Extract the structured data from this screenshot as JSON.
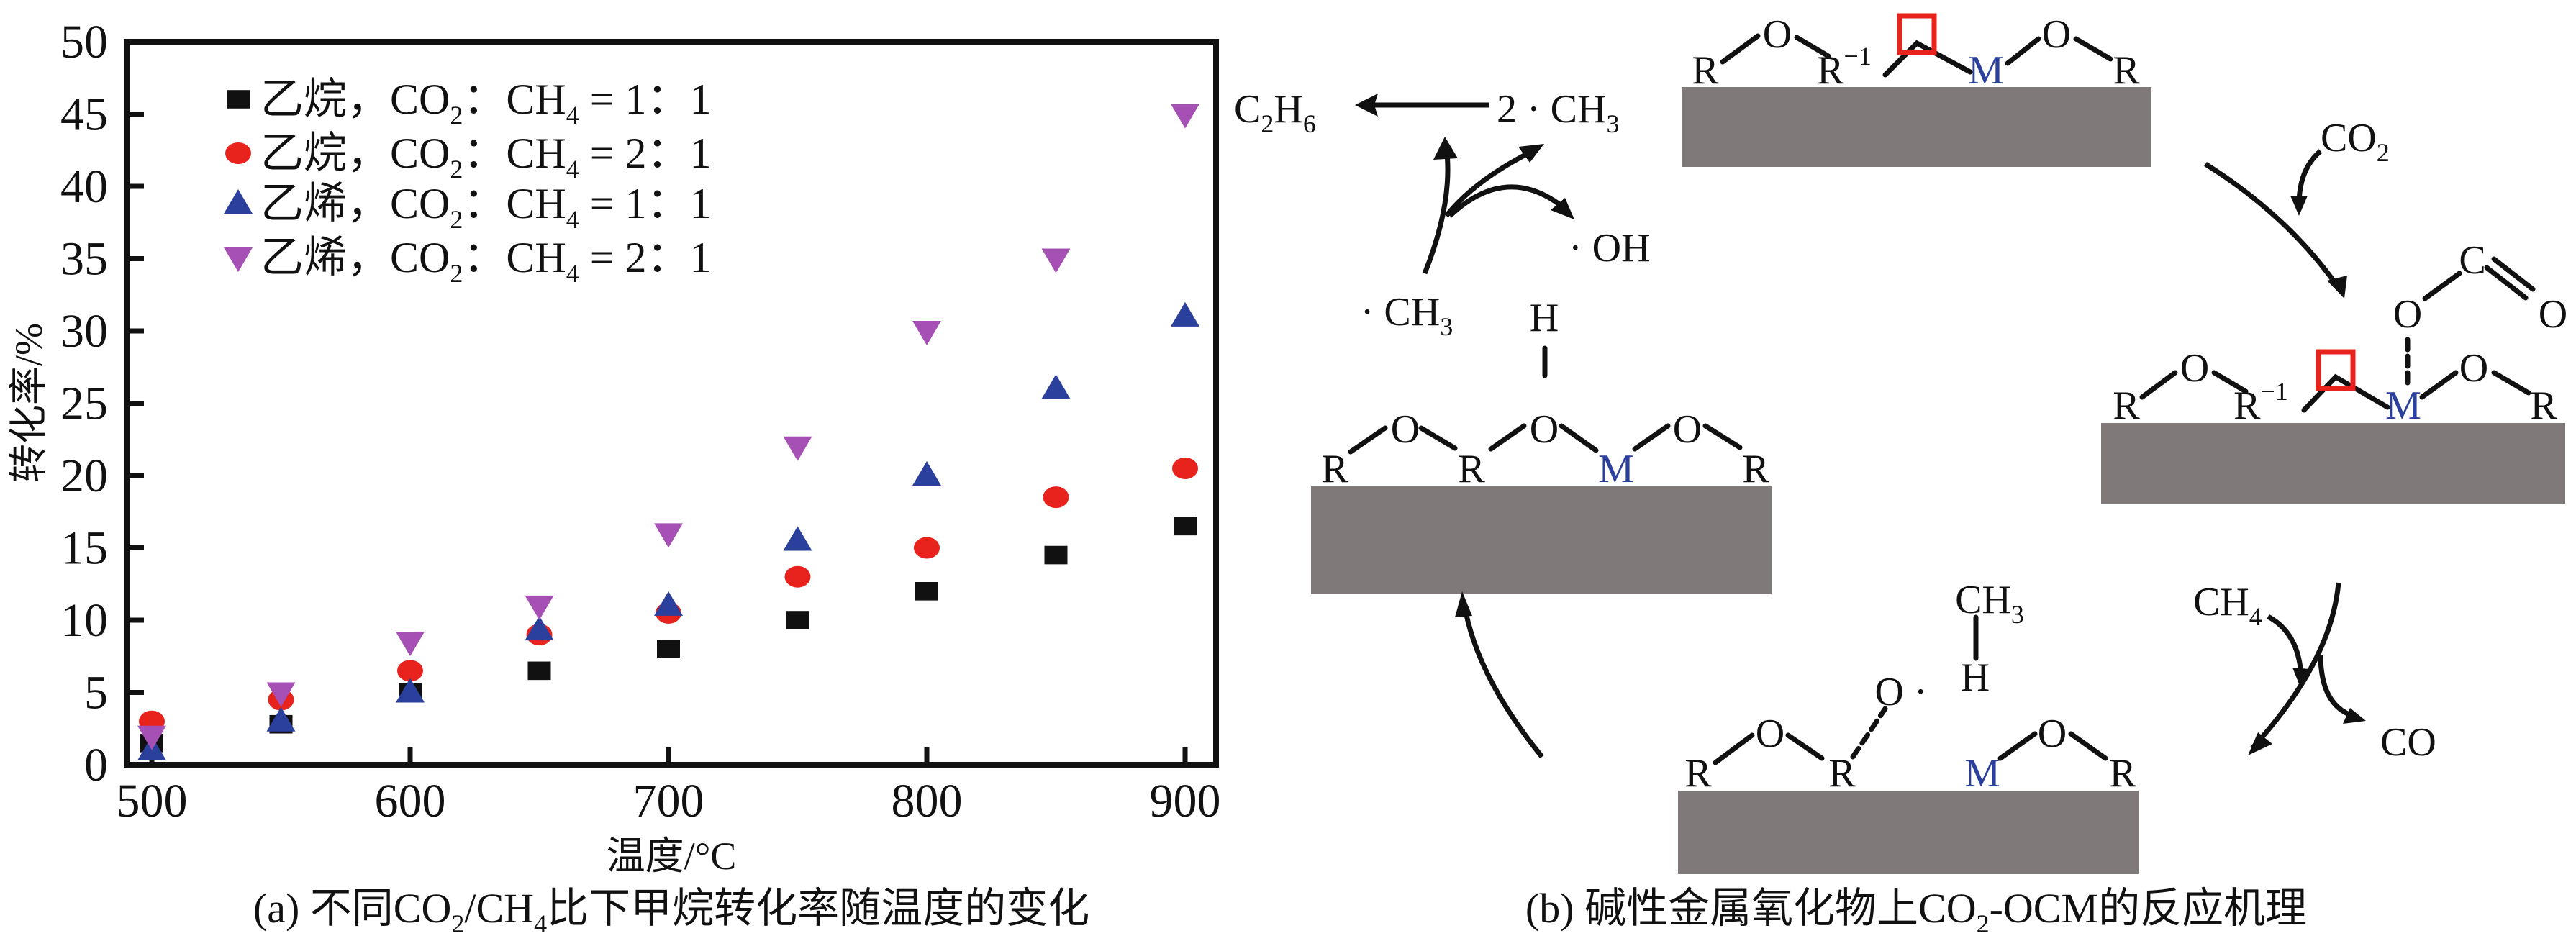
{
  "chart_data": {
    "type": "scatter",
    "title": "",
    "xlabel": "温度/°C",
    "ylabel": "转化率/%",
    "xlim": [
      490,
      910
    ],
    "ylim": [
      0,
      50
    ],
    "x_ticks": [
      500,
      600,
      700,
      800,
      900
    ],
    "x_minor_ticks": [
      550,
      650,
      750,
      850
    ],
    "y_ticks": [
      0,
      5,
      10,
      15,
      20,
      25,
      30,
      35,
      40,
      45,
      50
    ],
    "grid": false,
    "legend_position": "top-left",
    "x": [
      500,
      550,
      600,
      650,
      700,
      750,
      800,
      850,
      900
    ],
    "series": [
      {
        "name": "乙烷，CO₂：CH₄ = 1：1",
        "marker": "square",
        "color": "#111111",
        "values": [
          1.5,
          2.8,
          5.0,
          6.5,
          8.0,
          10.0,
          12.0,
          14.5,
          16.5
        ]
      },
      {
        "name": "乙烷，CO₂：CH₄ = 2：1",
        "marker": "circle",
        "color": "#e8231e",
        "values": [
          3.0,
          4.5,
          6.5,
          9.0,
          10.5,
          13.0,
          15.0,
          18.5,
          20.5
        ]
      },
      {
        "name": "乙烯，CO₂：CH₄ = 1：1",
        "marker": "triangle-up",
        "color": "#2b3f9c",
        "values": [
          1.0,
          3.0,
          5.0,
          9.3,
          11.0,
          15.5,
          20.0,
          26.0,
          31.0
        ]
      },
      {
        "name": "乙烯，CO₂：CH₄ = 2：1",
        "marker": "triangle-down",
        "color": "#a64fb4",
        "values": [
          2.0,
          5.0,
          8.5,
          11.0,
          16.0,
          22.0,
          30.0,
          35.0,
          45.0
        ]
      }
    ],
    "caption": "(a) 不同CO₂/CH₄比下甲烷转化率随温度的变化"
  },
  "legend": [
    {
      "prefix": "乙烷，CO",
      "sub1": "2",
      "mid": "：CH",
      "sub2": "4",
      "suffix": " = 1：1"
    },
    {
      "prefix": "乙烷，CO",
      "sub1": "2",
      "mid": "：CH",
      "sub2": "4",
      "suffix": " = 2：1"
    },
    {
      "prefix": "乙烯，CO",
      "sub1": "2",
      "mid": "：CH",
      "sub2": "4",
      "suffix": " = 1：1"
    },
    {
      "prefix": "乙烯，CO",
      "sub1": "2",
      "mid": "：CH",
      "sub2": "4",
      "suffix": " = 2：1"
    }
  ],
  "axes": {
    "xlabel": "温度/°C",
    "ylabel": "转化率/%"
  },
  "captions": {
    "a_prefix": "(a) 不同CO",
    "a_sub1": "2",
    "a_mid": "/CH",
    "a_sub2": "4",
    "a_suffix": "比下甲烷转化率随温度的变化",
    "b_prefix": "(b) 碱性金属氧化物上CO",
    "b_sub": "2",
    "b_suffix": "-OCM的反应机理"
  },
  "mechanism": {
    "colors": {
      "metal": "#2b3f9c",
      "vacancy": "#e8231e",
      "surface": "#807979"
    },
    "atoms": {
      "R": "R",
      "O": "O",
      "M": "M",
      "H": "H",
      "C": "C",
      "R_sup": "−1"
    },
    "labels": {
      "c2h6": "C",
      "c2h6_s1": "2",
      "c2h6_h": "H",
      "c2h6_s2": "6",
      "two_ch3": "2 · CH",
      "two_ch3_sub": "3",
      "oh_radical": "· OH",
      "ch3_radical": "· CH",
      "ch3_radical_sub": "3",
      "co2": "CO",
      "co2_sub": "2",
      "ch4": "CH",
      "ch4_sub": "4",
      "co": "CO",
      "ch3_group": "CH",
      "ch3_group_sub": "3",
      "o_dot": "O ·"
    }
  }
}
